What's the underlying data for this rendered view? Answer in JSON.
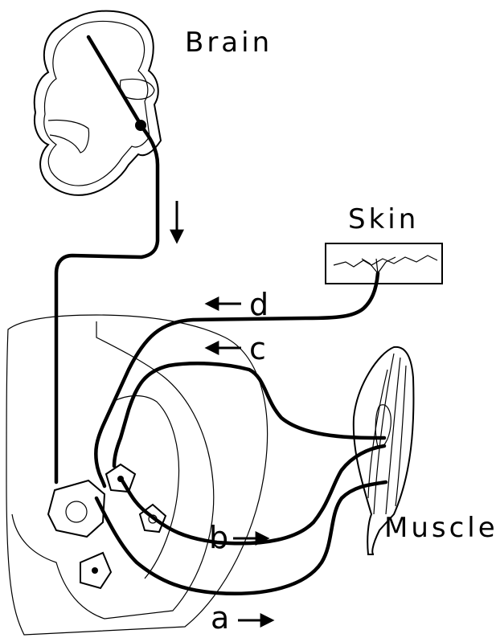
{
  "labels": {
    "brain": "Brain",
    "skin": "Skin",
    "muscle": "Muscle",
    "d": "d",
    "c": "c",
    "b": "b",
    "a": "a"
  },
  "colors": {
    "ink": "#000000",
    "background": "#ffffff"
  },
  "icons": [
    "arrow-left",
    "arrow-right",
    "arrow-down"
  ]
}
